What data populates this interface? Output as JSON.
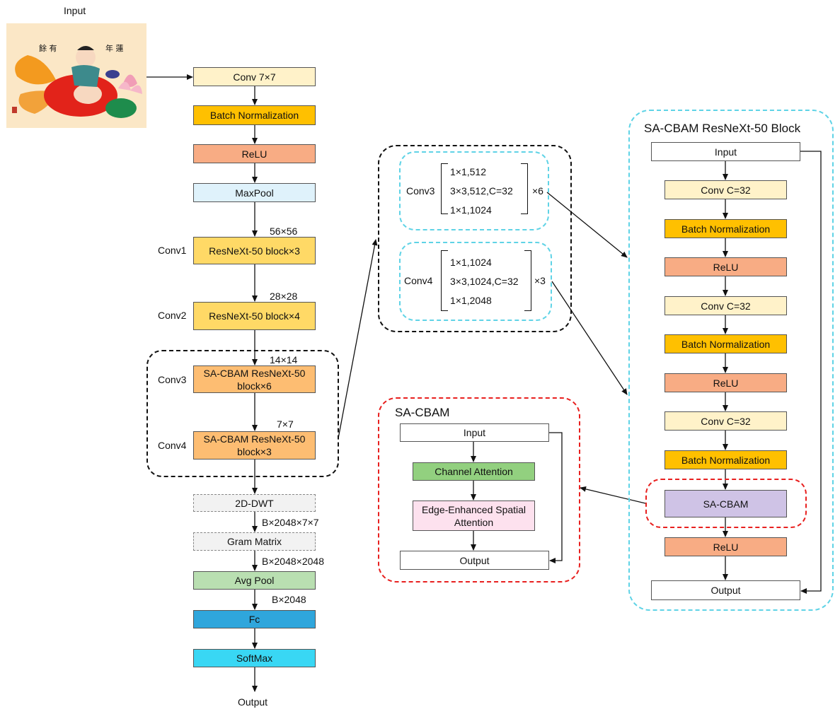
{
  "input_label": "Input",
  "output_label": "Output",
  "image_caption": {
    "left": "餘 有",
    "right": "年 蓮"
  },
  "main": {
    "conv7": "Conv 7×7",
    "bn": "Batch Normalization",
    "relu": "ReLU",
    "maxpool": "MaxPool",
    "conv1": "ResNeXt-50 block×3",
    "conv2": "ResNeXt-50 block×4",
    "conv3": "SA-CBAM ResNeXt-50 block×6",
    "conv4": "SA-CBAM ResNeXt-50 block×3",
    "dwt": "2D-DWT",
    "gram": "Gram Matrix",
    "avgpool": "Avg Pool",
    "fc": "Fc",
    "softmax": "SoftMax"
  },
  "stage_labels": {
    "conv1": "Conv1",
    "conv2": "Conv2",
    "conv3": "Conv3",
    "conv4": "Conv4"
  },
  "sizes": {
    "s56": "56×56",
    "s28": "28×28",
    "s14": "14×14",
    "s7": "7×7",
    "b2048x7x7": "B×2048×7×7",
    "b2048x2048": "B×2048×2048",
    "b2048": "B×2048"
  },
  "detail": {
    "conv3": {
      "label": "Conv3",
      "rows": [
        "1×1,512",
        "3×3,512,C=32",
        "1×1,1024"
      ],
      "repeat": "×6"
    },
    "conv4": {
      "label": "Conv4",
      "rows": [
        "1×1,1024",
        "3×3,1024,C=32",
        "1×1,2048"
      ],
      "repeat": "×3"
    }
  },
  "block": {
    "title": "SA-CBAM ResNeXt-50 Block",
    "input": "Input",
    "conv_a": "Conv C=32",
    "bn_a": "Batch Normalization",
    "relu_a": "ReLU",
    "conv_b": "Conv C=32",
    "bn_b": "Batch Normalization",
    "relu_b": "ReLU",
    "conv_c": "Conv C=32",
    "bn_c": "Batch Normalization",
    "sacbam": "SA-CBAM",
    "relu_c": "ReLU",
    "output": "Output"
  },
  "sacbam": {
    "title": "SA-CBAM",
    "input": "Input",
    "channel": "Channel Attention",
    "spatial": "Edge-Enhanced Spatial Attention",
    "output": "Output"
  },
  "colors": {
    "conv": "#fff2c9",
    "bn": "#ffc000",
    "relu": "#f8ac84",
    "maxpool": "#dff2fb",
    "resnext": "#ffd966",
    "sacbam_block": "#fdbd72",
    "dwt": "#f2f2f2",
    "avgpool": "#b9dfb1",
    "fc": "#2fa6dc",
    "softmax": "#39d7f4",
    "channel": "#92d07f",
    "spatial": "#fde1ee",
    "sacbam_module": "#cfc3e6",
    "cyan_border": "#5fd3e6",
    "red_border": "#e8201f"
  }
}
